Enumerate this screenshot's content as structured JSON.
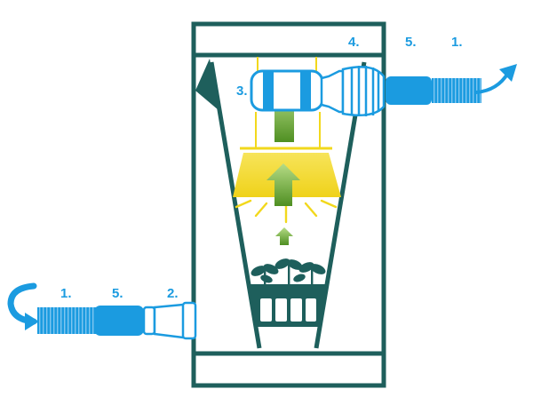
{
  "labels": {
    "top": [
      "4.",
      "5.",
      "1."
    ],
    "fan": "3.",
    "bottom": [
      "1.",
      "5.",
      "2."
    ]
  },
  "colors": {
    "frame": "#1e5f5c",
    "tube_blue": "#1b9be0",
    "tube_light": "#a9d8f5",
    "light_yellow": "#f2d81c",
    "arrow_green": "#7dba3c",
    "label_blue": "#1b9be0"
  },
  "icons": [
    "intake-arrow-icon",
    "exhaust-arrow-icon",
    "fan-icon",
    "grow-light-icon",
    "plant-tray-icon"
  ]
}
